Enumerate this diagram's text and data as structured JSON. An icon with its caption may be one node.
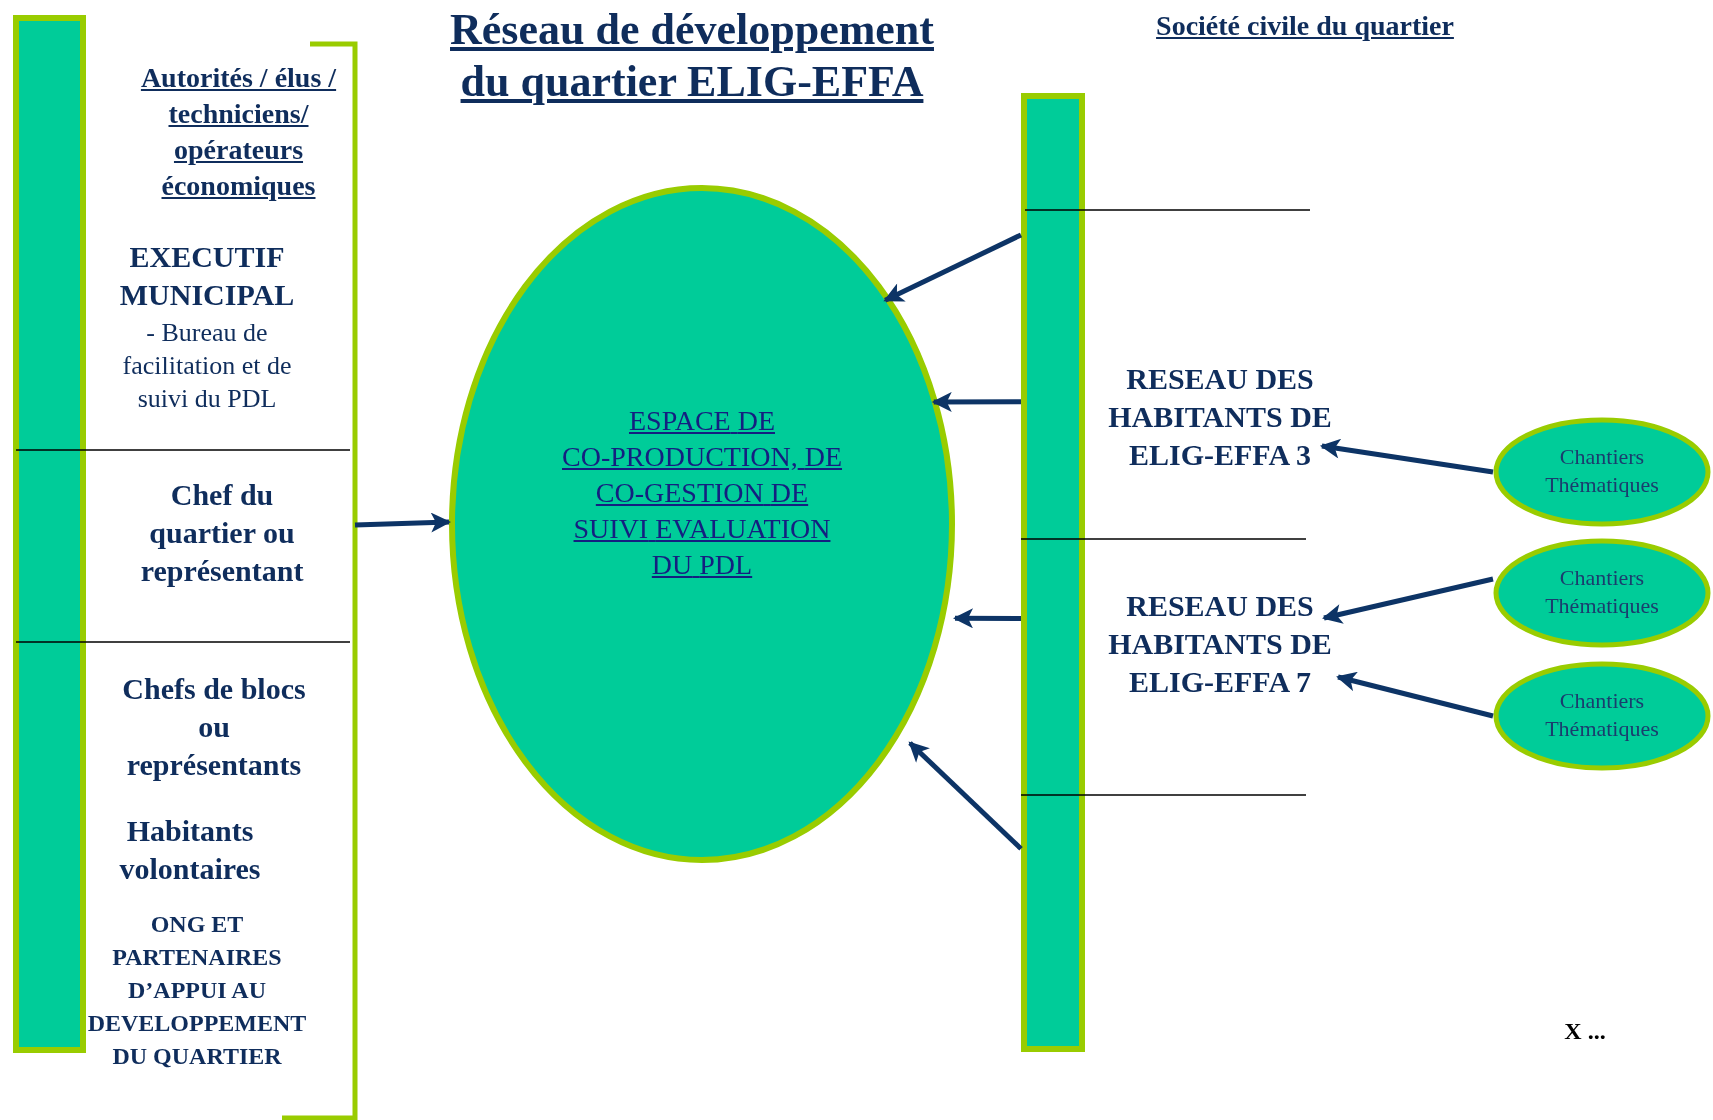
{
  "diagram": {
    "title": "Réseau de développement du quartier ELIG-EFFA",
    "nodes": [
      {
        "text": [
          "Autorités / élus / techniciens/ opérateurs économiques"
        ]
      },
      {
        "text": [
          "EXECUTIF MUNICIPAL",
          "- Bureau de facilitation et de suivi  du PDL"
        ],
        "in": 0
      },
      {
        "text": [
          "Chef du quartier ou représentant"
        ],
        "in": 0
      },
      {
        "text": [
          "Chefs de blocs ou représentants",
          "Habitants volontaires",
          "ONG ET PARTENAIRES D’APPUI  AU DEVELOPPEMENT DU QUARTIER"
        ],
        "in": 0
      },
      {
        "text": [
          "ESPACE DE CO-PRODUCTION, DE CO-GESTION DE SUIVI EVALUATION DU PDL"
        ]
      },
      {
        "text": [],
        "shape": "bar"
      },
      {
        "text": [
          "RESEAU DES HABITANTS DE ELIG-EFFA 3"
        ]
      },
      {
        "text": [
          "RESEAU DES HABITANTS DE ELIG-EFFA 7"
        ]
      },
      {
        "text": [
          "Chantiers Thématiques"
        ]
      },
      {
        "text": [
          "Chantiers Thématiques"
        ]
      },
      {
        "text": [
          "Chantiers Thématiques"
        ]
      }
    ],
    "edges": [
      {
        "from": 0,
        "to": 4,
        "arrow": "to"
      },
      {
        "from": 5,
        "to": 4,
        "arrow": "to"
      },
      {
        "from": 5,
        "to": 4,
        "arrow": "to"
      },
      {
        "from": 5,
        "to": 4,
        "arrow": "to"
      },
      {
        "from": 5,
        "to": 4,
        "arrow": "to"
      },
      {
        "from": 8,
        "to": 6,
        "arrow": "to"
      },
      {
        "from": 9,
        "to": 7,
        "arrow": "to"
      },
      {
        "from": 10,
        "to": 7,
        "arrow": "to"
      }
    ],
    "labels": [
      "Société civile du quartier",
      "X ..."
    ]
  }
}
